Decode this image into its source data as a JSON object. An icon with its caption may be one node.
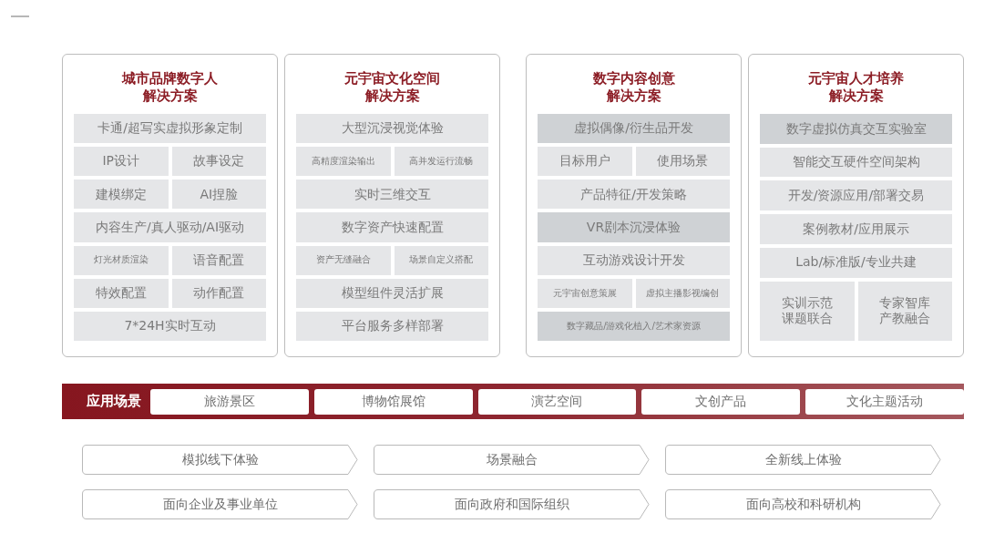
{
  "diagram": {
    "nodes": [
      {
        "text": [
          "城市品牌数字人解决方案"
        ]
      },
      {
        "text": [
          "卡通/超写实虚拟形象定制"
        ],
        "in": 0
      },
      {
        "text": [
          "IP设计"
        ],
        "in": 0
      },
      {
        "text": [
          "故事设定"
        ],
        "in": 0
      },
      {
        "text": [
          "建模绑定"
        ],
        "in": 0
      },
      {
        "text": [
          "AI捏脸"
        ],
        "in": 0
      },
      {
        "text": [
          "内容生产/真人驱动/AI驱动"
        ],
        "in": 0
      },
      {
        "text": [
          "灯光材质渲染"
        ],
        "in": 0
      },
      {
        "text": [
          "语音配置"
        ],
        "in": 0
      },
      {
        "text": [
          "特效配置"
        ],
        "in": 0
      },
      {
        "text": [
          "动作配置"
        ],
        "in": 0
      },
      {
        "text": [
          "7*24H实时互动"
        ],
        "in": 0
      },
      {
        "text": [
          "元宇宙文化空间解决方案"
        ]
      },
      {
        "text": [
          "大型沉浸视觉体验"
        ],
        "in": 12
      },
      {
        "text": [
          "高精度渲染输出"
        ],
        "in": 12
      },
      {
        "text": [
          "高并发运行流畅"
        ],
        "in": 12
      },
      {
        "text": [
          "实时三维交互"
        ],
        "in": 12
      },
      {
        "text": [
          "数字资产快速配置"
        ],
        "in": 12
      },
      {
        "text": [
          "资产无缝融合"
        ],
        "in": 12
      },
      {
        "text": [
          "场景自定义搭配"
        ],
        "in": 12
      },
      {
        "text": [
          "模型组件灵活扩展"
        ],
        "in": 12
      },
      {
        "text": [
          "平台服务多样部署"
        ],
        "in": 12
      },
      {
        "text": [
          "数字内容创意解决方案"
        ]
      },
      {
        "text": [
          "虚拟偶像/衍生品开发"
        ],
        "in": 22
      },
      {
        "text": [
          "目标用户"
        ],
        "in": 22
      },
      {
        "text": [
          "使用场景"
        ],
        "in": 22
      },
      {
        "text": [
          "产品特征/开发策略"
        ],
        "in": 22
      },
      {
        "text": [
          "VR剧本沉浸体验"
        ],
        "in": 22
      },
      {
        "text": [
          "互动游戏设计开发"
        ],
        "in": 22
      },
      {
        "text": [
          "元宇宙创意策展"
        ],
        "in": 22
      },
      {
        "text": [
          "虚拟主播影视编创"
        ],
        "in": 22
      },
      {
        "text": [
          "数字藏品/游戏化植入/艺术家资源"
        ],
        "in": 22
      },
      {
        "text": [
          "元宇宙人才培养解决方案"
        ]
      },
      {
        "text": [
          "数字虚拟仿真交互实验室"
        ],
        "in": 32
      },
      {
        "text": [
          "智能交互硬件空间架构"
        ],
        "in": 32
      },
      {
        "text": [
          "开发/资源应用/部署交易"
        ],
        "in": 32
      },
      {
        "text": [
          "案例教材/应用展示"
        ],
        "in": 32
      },
      {
        "text": [
          "Lab/标准版/专业共建"
        ],
        "in": 32
      },
      {
        "text": [
          "实训示范课题联合"
        ],
        "in": 32
      },
      {
        "text": [
          "专家智库产教融合"
        ],
        "in": 32
      },
      {
        "text": [
          "应用场景"
        ]
      },
      {
        "text": [
          "旅游景区"
        ],
        "in": 40
      },
      {
        "text": [
          "博物馆展馆"
        ],
        "in": 40
      },
      {
        "text": [
          "演艺空间"
        ],
        "in": 40
      },
      {
        "text": [
          "文创产品"
        ],
        "in": 40
      },
      {
        "text": [
          "文化主题活动"
        ],
        "in": 40
      },
      {
        "text": [
          "模拟线下体验"
        ]
      },
      {
        "text": [
          "场景融合"
        ]
      },
      {
        "text": [
          "全新线上体验"
        ]
      },
      {
        "text": [
          "面向企业及事业单位"
        ]
      },
      {
        "text": [
          "面向政府和国际组织"
        ]
      },
      {
        "text": [
          "面向高校和科研机构"
        ]
      }
    ]
  }
}
